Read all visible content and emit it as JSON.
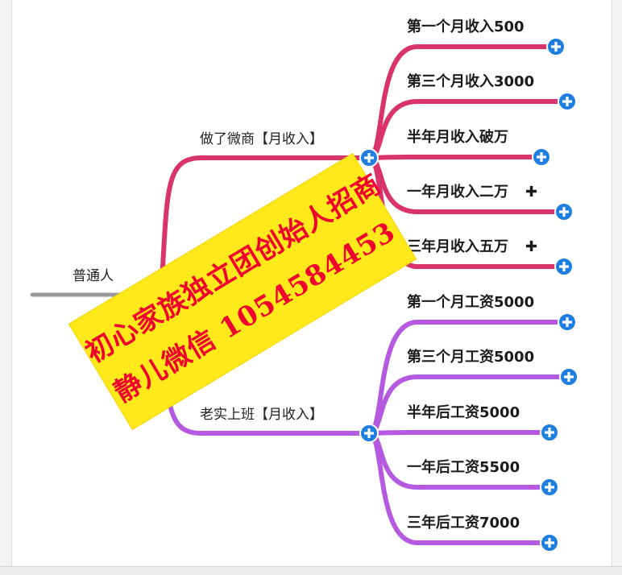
{
  "root": {
    "label": "普通人"
  },
  "branches": [
    {
      "id": "weishang",
      "label": "做了微商【月收入】",
      "color": "#d9336b",
      "leaves": [
        {
          "label": "第一个月收入500",
          "mark": ""
        },
        {
          "label": "第三个月收入3000",
          "mark": ""
        },
        {
          "label": "半年月收入破万",
          "mark": ""
        },
        {
          "label": "一年月收入二万",
          "mark": "✚"
        },
        {
          "label": "三年月收入五万",
          "mark": "✚"
        }
      ]
    },
    {
      "id": "shangban",
      "label": "老实上班【月收入】",
      "color": "#b459e0",
      "leaves": [
        {
          "label": "第一个月工资5000",
          "mark": ""
        },
        {
          "label": "第三个月工资5000",
          "mark": ""
        },
        {
          "label": "半年后工资5000",
          "mark": ""
        },
        {
          "label": "一年后工资5500",
          "mark": ""
        },
        {
          "label": "三年后工资7000",
          "mark": ""
        }
      ]
    }
  ],
  "watermark": {
    "line1": "初心家族独立团创始人招商",
    "line2": "静儿微信 1054584453"
  },
  "colors": {
    "root_line": "#9a9a9a",
    "node_button": "#1f7fe0",
    "stamp_bg": "#ffe91a",
    "stamp_text": "#f0002e"
  },
  "icons": {
    "expand": "plus-icon",
    "mark": "plus-icon"
  }
}
